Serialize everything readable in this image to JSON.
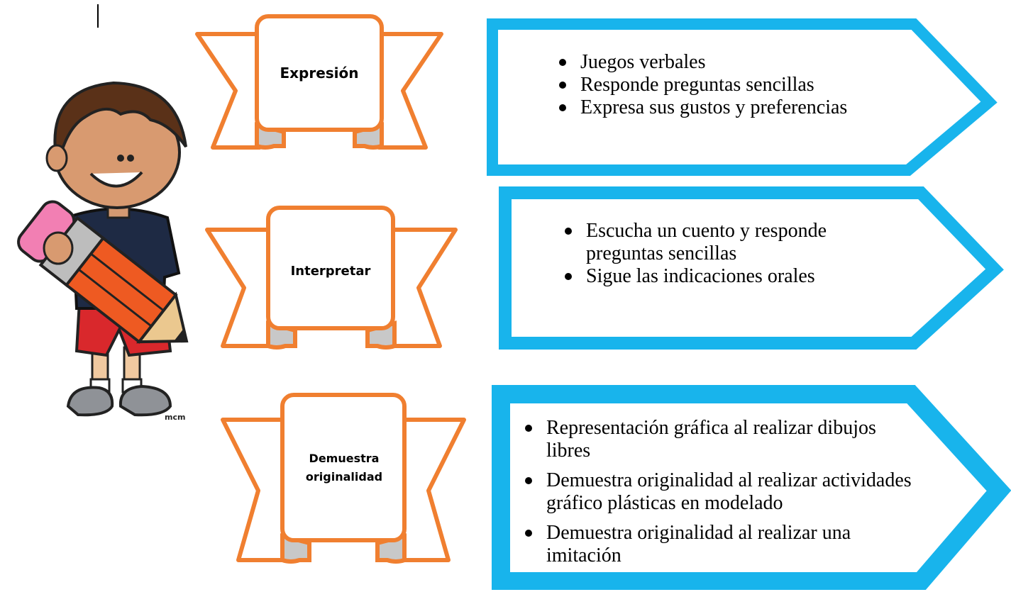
{
  "colors": {
    "banner_orange": "#F07F30",
    "card_blue": "#18B4EC",
    "roll_gray": "#C8C8C8"
  },
  "concepts": [
    {
      "label": "Expresión",
      "items": [
        "Juegos verbales",
        "Responde preguntas sencillas",
        "Expresa sus gustos y preferencias"
      ]
    },
    {
      "label": "Interpretar",
      "items": [
        "Escucha un cuento y responde preguntas sencillas",
        "Sigue las indicaciones orales"
      ]
    },
    {
      "label": "Demuestra originalidad",
      "items": [
        "Representación gráfica al realizar dibujos libres",
        "Demuestra originalidad al realizar actividades gráfico plásticas en modelado",
        "Demuestra originalidad al realizar una imitación"
      ]
    }
  ],
  "illustration": {
    "name": "boy-with-pencil-clipart",
    "signature": "mcm"
  }
}
